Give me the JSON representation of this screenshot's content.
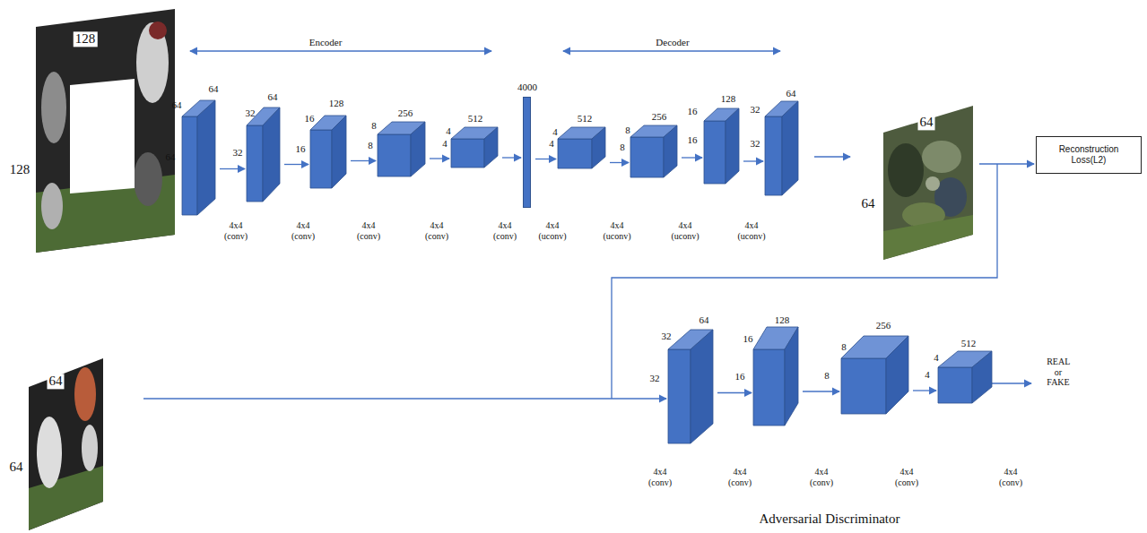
{
  "diagram": {
    "nodes": [
      {
        "text": [
          "64",
          "64",
          "64"
        ]
      },
      {
        "text": [
          "32",
          "64",
          "32"
        ]
      },
      {
        "text": [
          "16",
          "128",
          "16"
        ]
      },
      {
        "text": [
          "8",
          "256",
          "8"
        ]
      },
      {
        "text": [
          "4",
          "512",
          "4"
        ]
      },
      {
        "text": [
          "4000"
        ]
      },
      {
        "text": [
          "4",
          "512",
          "4"
        ]
      },
      {
        "text": [
          "8",
          "256",
          "8"
        ]
      },
      {
        "text": [
          "16",
          "128",
          "16"
        ]
      },
      {
        "text": [
          "32",
          "64",
          "32"
        ]
      },
      {
        "text": [
          "Reconstruction Loss(L2)"
        ]
      },
      {
        "text": [
          "32",
          "64",
          "32"
        ]
      },
      {
        "text": [
          "16",
          "128",
          "16"
        ]
      },
      {
        "text": [
          "8",
          "256",
          "8"
        ]
      },
      {
        "text": [
          "4",
          "512",
          "4"
        ]
      }
    ],
    "edges": [
      {
        "from": 0,
        "to": 1,
        "arrow": "to"
      },
      {
        "from": 1,
        "to": 2,
        "arrow": "to"
      },
      {
        "from": 2,
        "to": 3,
        "arrow": "to"
      },
      {
        "from": 3,
        "to": 4,
        "arrow": "to"
      },
      {
        "from": 4,
        "to": 5,
        "arrow": "to"
      },
      {
        "from": 5,
        "to": 6,
        "arrow": "to"
      },
      {
        "from": 6,
        "to": 7,
        "arrow": "to"
      },
      {
        "from": 7,
        "to": 8,
        "arrow": "to"
      },
      {
        "from": 8,
        "to": 9,
        "arrow": "to"
      },
      {
        "from": 11,
        "to": 12,
        "arrow": "to"
      },
      {
        "from": 12,
        "to": 13,
        "arrow": "to"
      },
      {
        "from": 13,
        "to": 14,
        "arrow": "to"
      }
    ],
    "labels": [
      "128",
      "128",
      "Encoder",
      "Decoder",
      "4x4 (conv)",
      "4x4 (conv)",
      "4x4 (conv)",
      "4x4 (conv)",
      "4x4 (conv)",
      "4x4 (uconv)",
      "4x4 (uconv)",
      "4x4 (uconv)",
      "4x4 (uconv)",
      "64",
      "64",
      "64",
      "64",
      "REAL or FAKE",
      "4x4 (conv)",
      "4x4 (conv)",
      "4x4 (conv)",
      "4x4 (conv)",
      "4x4 (conv)",
      "Adversarial Discriminator"
    ]
  }
}
